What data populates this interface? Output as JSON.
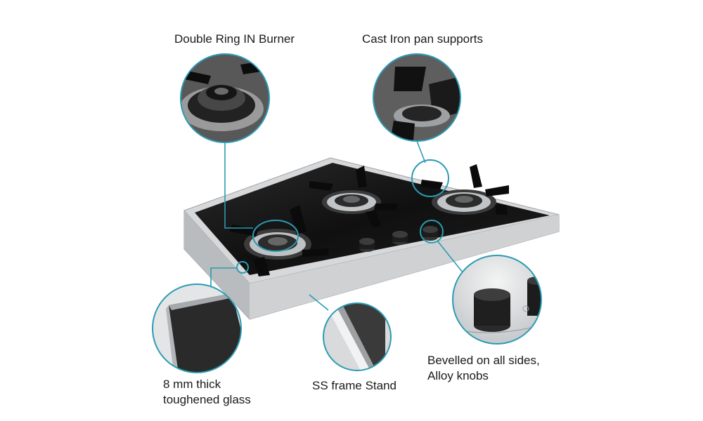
{
  "callouts": {
    "burner": {
      "text": "Double Ring IN Burner"
    },
    "pan_supports": {
      "text": "Cast Iron pan supports"
    },
    "glass": {
      "line1": "8 mm thick",
      "line2": "toughened glass"
    },
    "frame": {
      "text": "SS frame Stand"
    },
    "knobs": {
      "line1": "Bevelled on all sides,",
      "line2": "Alloy knobs"
    }
  },
  "colors": {
    "callout_line": "#2b9bb3",
    "glass_top": "#141414",
    "steel_frame": "#c9cbcd",
    "text": "#1a1a1a"
  },
  "icons": [
    "gas-burner-icon",
    "pan-support-icon",
    "control-knob-icon"
  ]
}
